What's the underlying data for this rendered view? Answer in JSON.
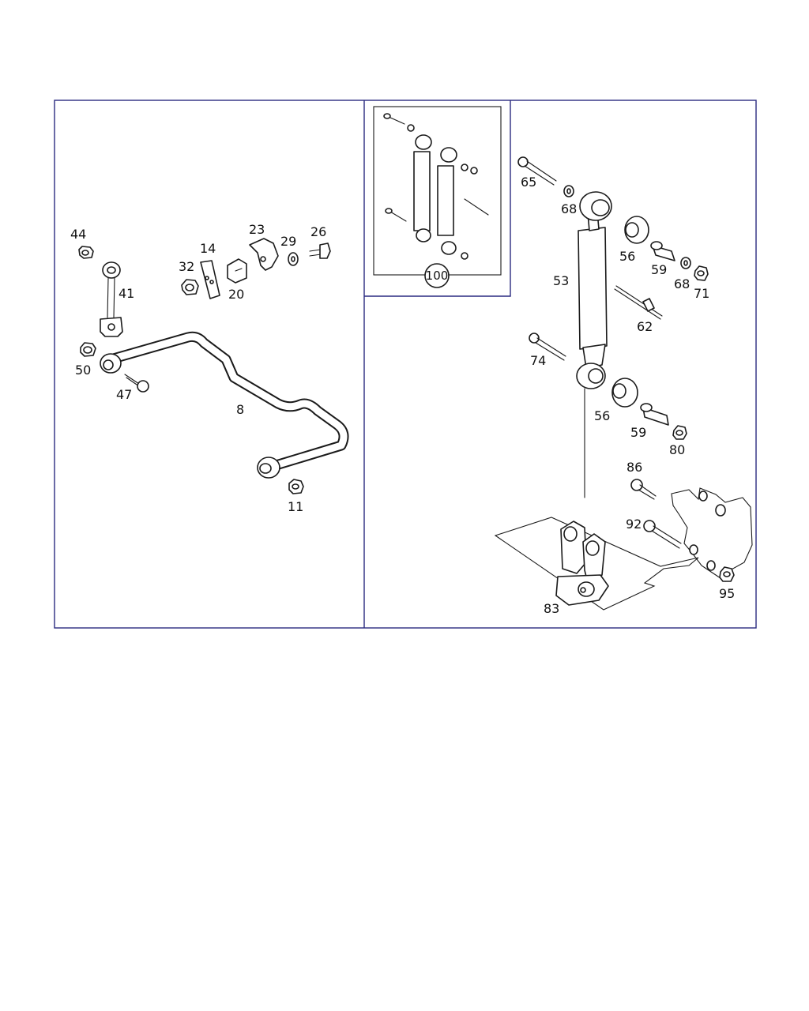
{
  "colors": {
    "frame": "#2a2a80",
    "line": "#1a1a1a",
    "background": "#ffffff"
  },
  "labels": {
    "p44": "44",
    "p41": "41",
    "p50": "50",
    "p47": "47",
    "p8": "8",
    "p11": "11",
    "p14": "14",
    "p32": "32",
    "p20": "20",
    "p23": "23",
    "p29": "29",
    "p26": "26",
    "p100": "100",
    "p65": "65",
    "p68a": "68",
    "p56a": "56",
    "p59a": "59",
    "p68b": "68",
    "p71": "71",
    "p53": "53",
    "p62": "62",
    "p74": "74",
    "p56b": "56",
    "p59b": "59",
    "p80": "80",
    "p86": "86",
    "p92": "92",
    "p83": "83",
    "p95": "95"
  }
}
